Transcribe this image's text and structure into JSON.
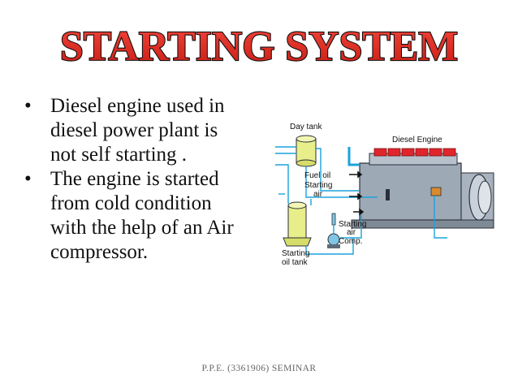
{
  "slide": {
    "title": "STARTING SYSTEM",
    "title_color": "#E1251B",
    "bullets": [
      {
        "symbol": "•",
        "lines": [
          "Diesel engine used in",
          "diesel power plant is",
          "not self starting ."
        ]
      },
      {
        "symbol": "•",
        "lines": [
          "The engine is started",
          "from cold condition",
          "with the help of an Air",
          "compressor."
        ]
      }
    ],
    "diagram": {
      "labels": {
        "day_tank": "Day tank",
        "diesel_engine": "Diesel Engine",
        "fuel_oil": "Fuel oil",
        "starting_air_1": "Starting",
        "starting_air_2": "air",
        "starting_air_comp_1": "Starting",
        "starting_air_comp_2": "air",
        "starting_air_comp_3": "Comp.",
        "starting_oil_tank_1": "Starting",
        "starting_oil_tank_2": "oil tank"
      },
      "colors": {
        "pipe": "#1AA3DC",
        "engine_body": "#9EA9B6",
        "cylinder_heads": "#E0262C",
        "tank_fill": "#E8EE8A",
        "dark_outline": "#2B2F3A"
      }
    },
    "footer": "P.P.E. (3361906)   SEMINAR"
  }
}
